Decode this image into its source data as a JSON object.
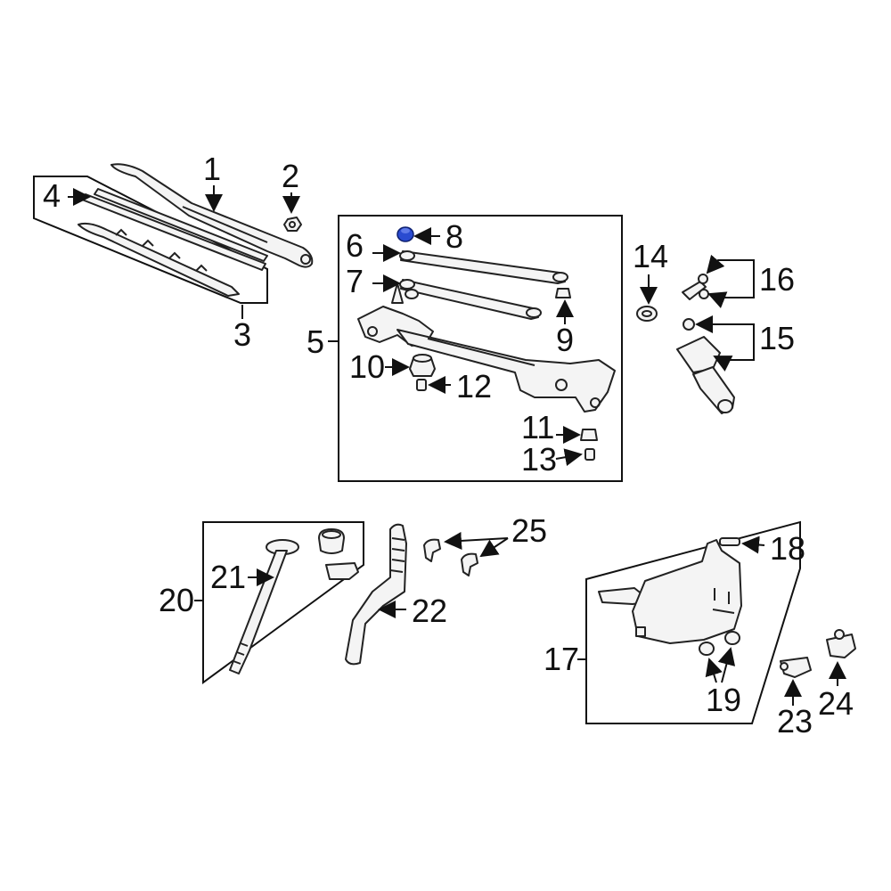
{
  "callouts": {
    "c1": "1",
    "c2": "2",
    "c3": "3",
    "c4": "4",
    "c5": "5",
    "c6": "6",
    "c7": "7",
    "c8": "8",
    "c9": "9",
    "c10": "10",
    "c11": "11",
    "c12": "12",
    "c13": "13",
    "c14": "14",
    "c15": "15",
    "c16": "16",
    "c17": "17",
    "c18": "18",
    "c19": "19",
    "c20": "20",
    "c21": "21",
    "c22": "22",
    "c23": "23",
    "c24": "24",
    "c25": "25"
  },
  "highlight": {
    "part": "8",
    "color": "#2a4bd0"
  }
}
